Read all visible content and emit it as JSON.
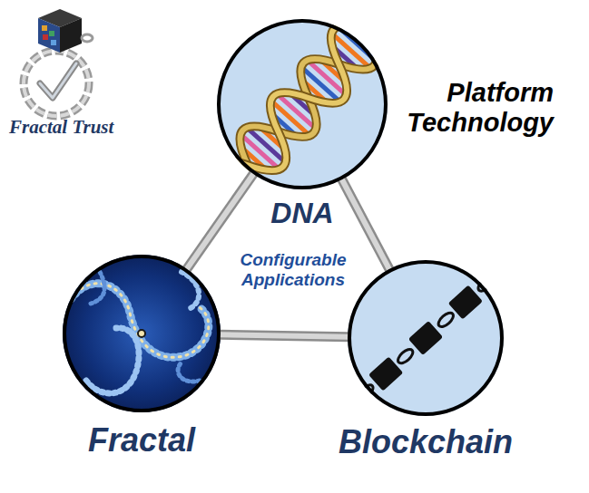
{
  "diagram": {
    "nodes": [
      {
        "text": [
          "DNA"
        ]
      },
      {
        "text": [
          "Fractal"
        ]
      },
      {
        "text": [
          "Blockchain"
        ]
      }
    ],
    "edges": [
      {
        "from": 0,
        "to": 1,
        "arrow": "none"
      },
      {
        "from": 0,
        "to": 2,
        "arrow": "none"
      },
      {
        "from": 1,
        "to": 2,
        "arrow": "none"
      }
    ],
    "labels": [
      "Fractal Trust",
      "Platform Technology",
      "Configurable Applications"
    ]
  }
}
